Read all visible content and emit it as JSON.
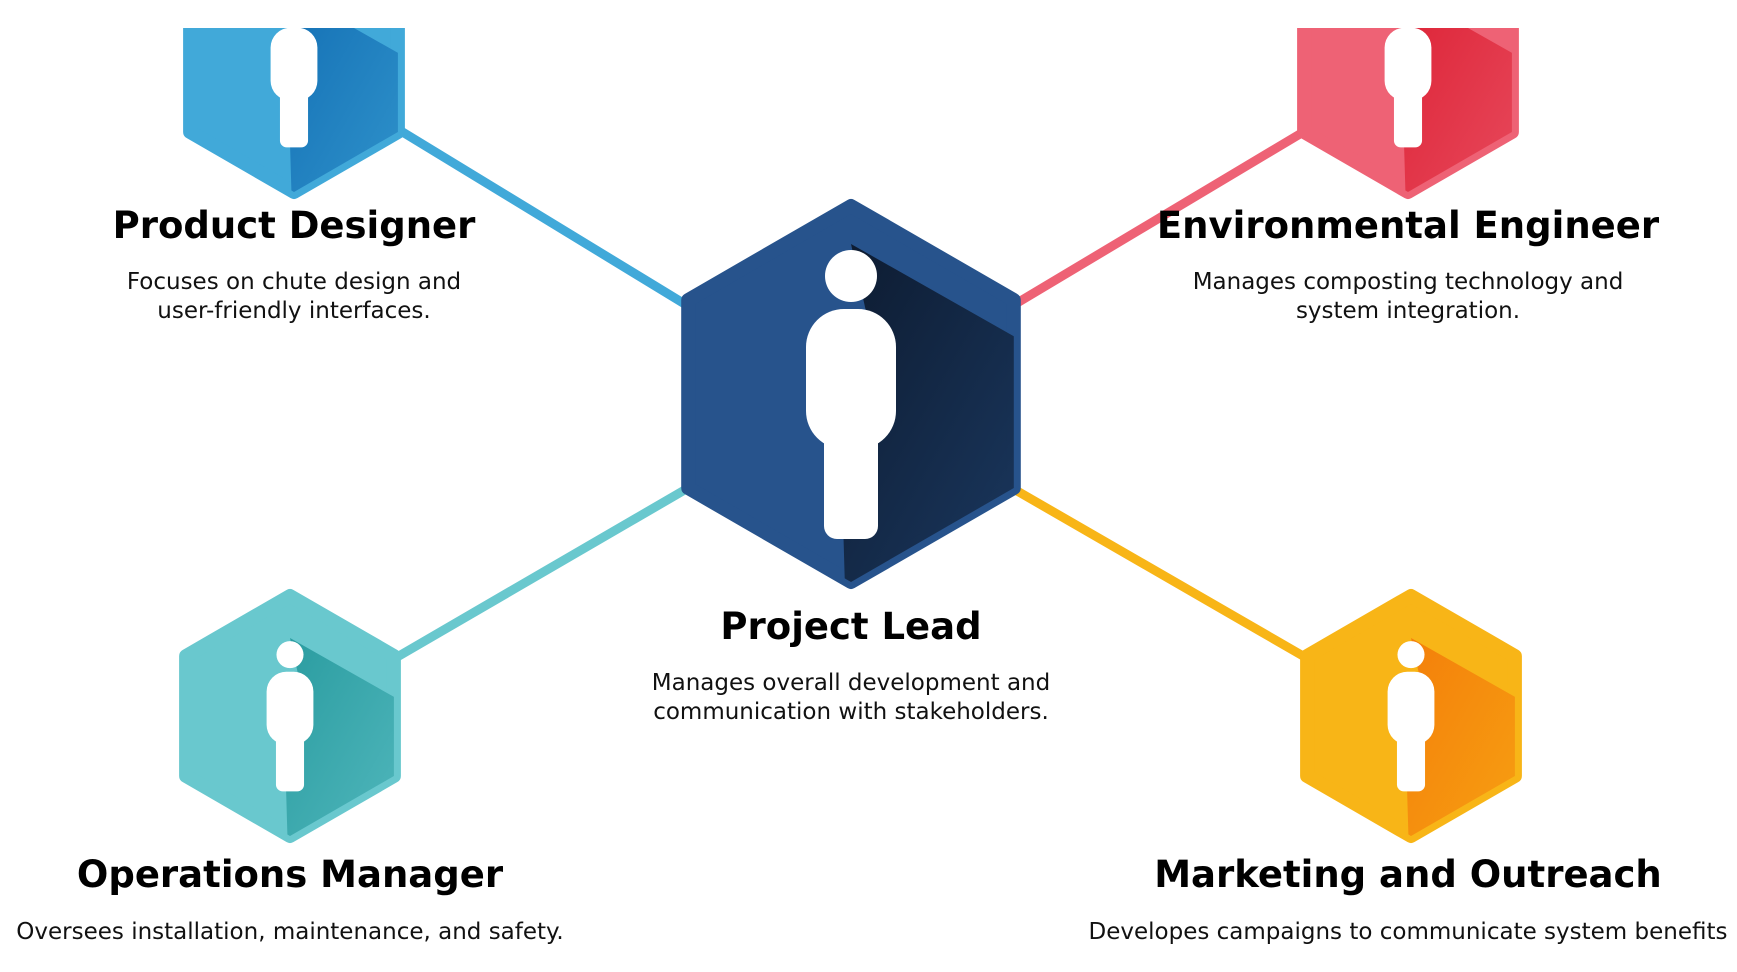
{
  "roles": {
    "product_designer": {
      "title": "Product Designer",
      "desc": [
        "Focuses on chute design and",
        "user-friendly interfaces."
      ],
      "color": "#41A9D9",
      "shade": "#1470B5"
    },
    "environmental_engineer": {
      "title": "Environmental Engineer",
      "desc": [
        "Manages composting technology and",
        "system integration."
      ],
      "color": "#EE6275",
      "shade": "#DD2336"
    },
    "project_lead": {
      "title": "Project Lead",
      "desc": [
        "Manages overall development and",
        "communication with stakeholders."
      ],
      "color": "#27538C",
      "shade": "#0D1B30"
    },
    "operations_manager": {
      "title": "Operations Manager",
      "desc": [
        "Oversees installation, maintenance, and safety."
      ],
      "color": "#69C8CE",
      "shade": "#2A9CA0"
    },
    "marketing_outreach": {
      "title": "Marketing and Outreach",
      "desc": [
        "Developes campaigns to communicate system benefits"
      ],
      "color": "#F8B517",
      "shade": "#F47F0A"
    }
  },
  "icons": {
    "node": "person-icon"
  }
}
